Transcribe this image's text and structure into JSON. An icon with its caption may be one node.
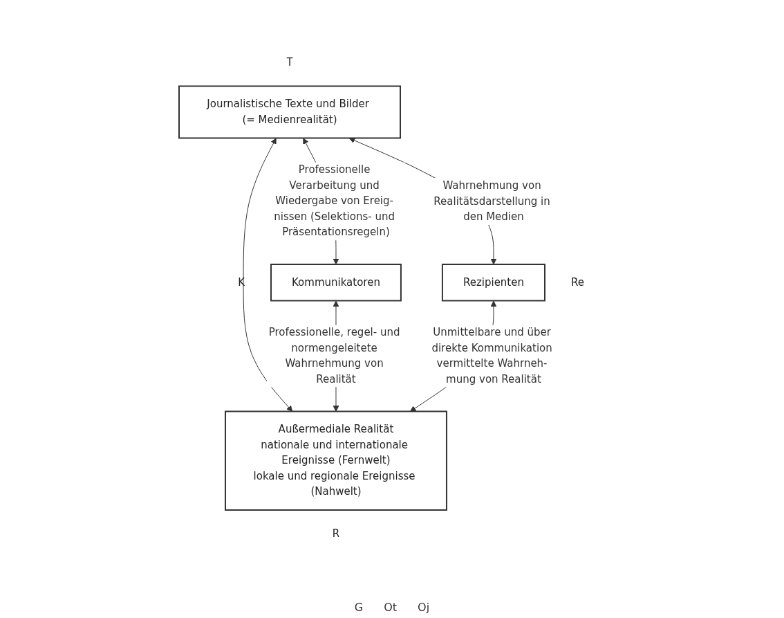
{
  "diagram": {
    "nodes": [
      {
        "text": [
          "Journalistische Texte und Bilder (= Medienrealität)"
        ],
        "beside": [
          "T"
        ]
      },
      {
        "text": [
          "Kommunikatoren"
        ],
        "beside": [
          "K"
        ]
      },
      {
        "text": [
          "Rezipienten"
        ],
        "beside": [
          "Re"
        ]
      },
      {
        "text": [
          "Außermediale Realität",
          "nationale und internationale Ereignisse (Fernwelt)",
          "lokale und regionale Ereignisse (Nahwelt)"
        ],
        "beside": [
          "R"
        ]
      }
    ],
    "edges": [
      {
        "from": 0,
        "to": 1,
        "arrow": "both",
        "label": "Professionelle Verarbeitung und Wiedergabe von Ereig- nissen (Selektions- und Präsentationsregeln)"
      },
      {
        "from": 0,
        "to": 2,
        "arrow": "both",
        "label": "Wahrnehmung von Realitätsdarstellung in den Medien"
      },
      {
        "from": 0,
        "to": 3,
        "arrow": "both"
      },
      {
        "from": 1,
        "to": 3,
        "arrow": "both",
        "label": "Professionelle, regel- und normengeleitete Wahrnehmung von Realität"
      },
      {
        "from": 2,
        "to": 3,
        "arrow": "both",
        "label": "Unmittelbare und über direkte Kommunikation vermittelte Wahrneh- mung von Realität"
      }
    ],
    "labels": [
      "G",
      "Ot",
      "Oj"
    ]
  }
}
